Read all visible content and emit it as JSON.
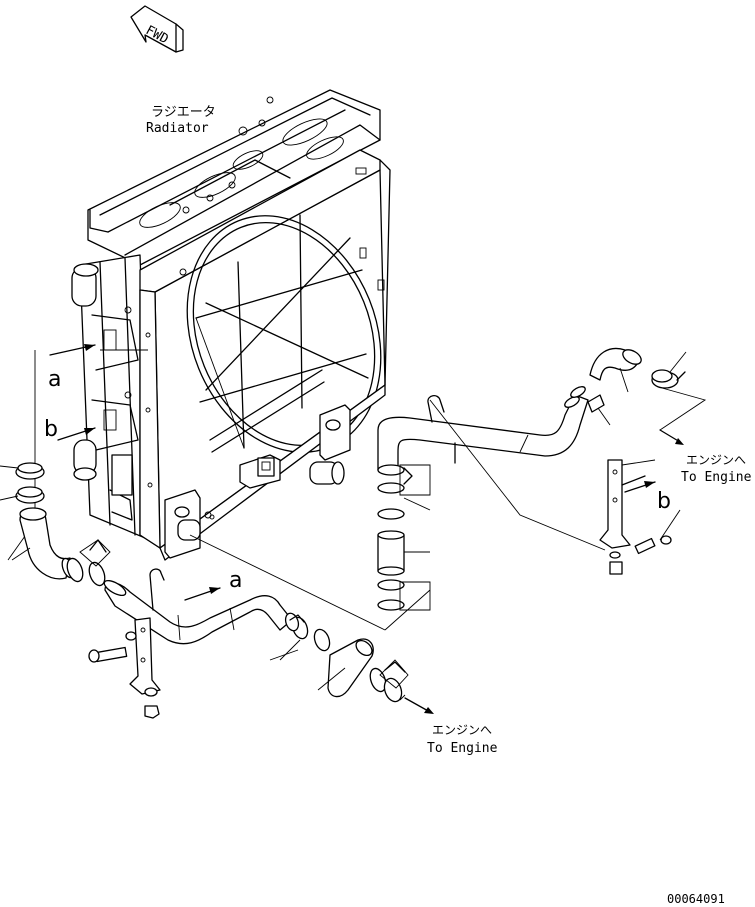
{
  "fwd_label": "FWD",
  "radiator": {
    "ja": "ラジエータ",
    "en": "Radiator"
  },
  "to_engine_right": {
    "ja": "エンジンへ",
    "en": "To Engine"
  },
  "to_engine_bottom": {
    "ja": "エンジンへ",
    "en": "To Engine"
  },
  "refs": {
    "a": "a",
    "b": "b"
  },
  "drawing_number": "00064091"
}
